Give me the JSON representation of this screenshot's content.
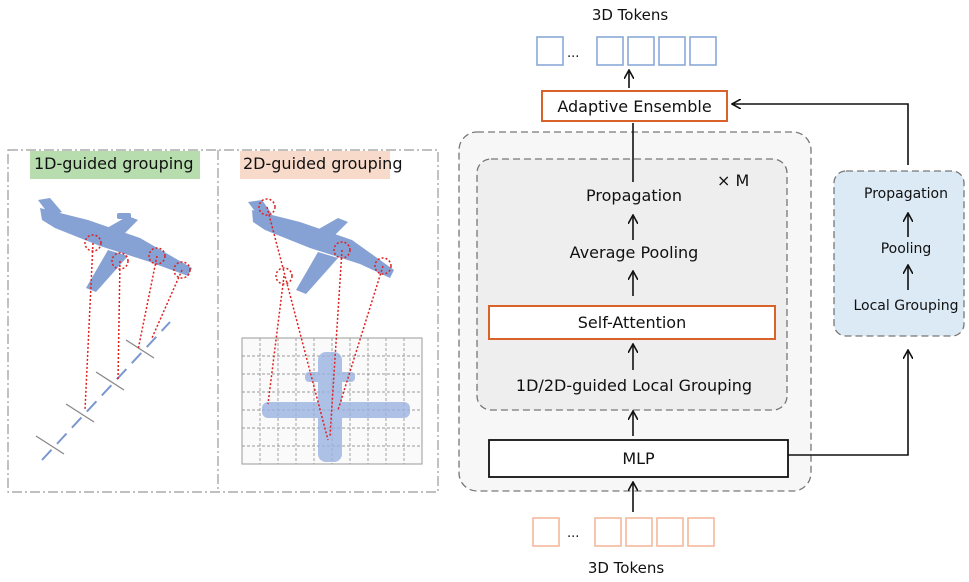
{
  "top_tokens_label": "3D Tokens",
  "bottom_tokens_label": "3D Tokens",
  "ellipsis": "...",
  "adaptive_ensemble_label": "Adaptive  Ensemble",
  "inner_block": {
    "repeat_label": "× M",
    "propagation_label": "Propagation",
    "average_pooling_label": "Average Pooling",
    "self_attention_label": "Self-Attention",
    "local_grouping_label": "1D/2D-guided Local Grouping"
  },
  "mlp_label": "MLP",
  "side_branch": {
    "propagation_label": "Propagation",
    "pooling_label": "Pooling",
    "local_grouping_label": "Local Grouping"
  },
  "left_panel": {
    "grouping_1d_label": "1D-guided grouping",
    "grouping_2d_label": "2D-guided grouping"
  },
  "colors": {
    "top_token_blue": "#8aa9d9",
    "bottom_token_orange": "#f4b89a",
    "orange_border": "#d9622b",
    "side_fill": "#dceaf6",
    "inner_fill": "#eeeeee",
    "green_tag": "#b7dcae",
    "peach_tag": "#f8dacb",
    "point_cloud": "#7a97d0",
    "red_dotted": "#e02020"
  }
}
